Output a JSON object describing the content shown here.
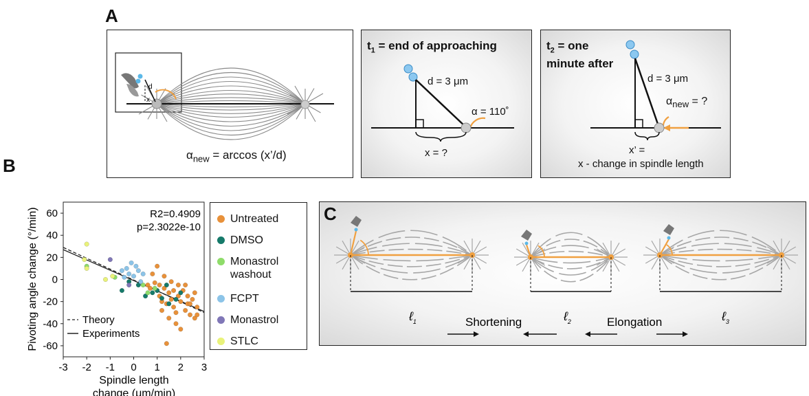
{
  "panel_labels": {
    "a": "A",
    "b": "B",
    "c": "C"
  },
  "panel_a": {
    "formula_prefix": "α",
    "formula_sub": "new",
    "formula_suffix": " = arccos (x’/d)",
    "inset_d": "d",
    "inset_x": "x",
    "box2": {
      "title_t": "t",
      "title_sub": "1",
      "title_rest": " = end of approaching",
      "d_label": "d = 3 μm",
      "alpha_label": "α = 110˚",
      "x_label": "x = ?"
    },
    "box3": {
      "title_t": "t",
      "title_sub": "2",
      "title_rest1": " = one",
      "title_rest2": "minute after",
      "d_label": "d = 3 μm",
      "alpha_prefix": "α",
      "alpha_sub": "new",
      "alpha_suffix": " = ?",
      "x_label": "x’ =",
      "x_label2": "x - change in spindle length"
    }
  },
  "chart_data": {
    "type": "scatter",
    "xlabel": "Spindle length change (μm/min)",
    "ylabel": "Pivoting angle change (°/min)",
    "xlim": [
      -3,
      3
    ],
    "ylim": [
      -70,
      70
    ],
    "xticks": [
      -3,
      -2,
      -1,
      0,
      1,
      2,
      3
    ],
    "yticks": [
      60,
      40,
      20,
      0,
      -20,
      -40,
      -60
    ],
    "stats": [
      "R2=0.4909",
      "p=2.3022e-10"
    ],
    "lines": [
      {
        "name": "Theory",
        "style": "dashed",
        "x": [
          -3,
          3
        ],
        "y": [
          29,
          -30
        ]
      },
      {
        "name": "Experiments",
        "style": "solid",
        "x": [
          -3,
          3
        ],
        "y": [
          27,
          -29
        ]
      }
    ],
    "series": [
      {
        "name": "Untreated",
        "color": "#e8913a",
        "points": [
          [
            0.6,
            -5
          ],
          [
            0.8,
            5
          ],
          [
            1.0,
            -10
          ],
          [
            1.1,
            -15
          ],
          [
            1.2,
            -20
          ],
          [
            1.3,
            -8
          ],
          [
            1.4,
            -22
          ],
          [
            1.5,
            -12
          ],
          [
            1.6,
            -18
          ],
          [
            1.7,
            -25
          ],
          [
            1.8,
            -30
          ],
          [
            1.9,
            -15
          ],
          [
            2.0,
            -20
          ],
          [
            2.1,
            -10
          ],
          [
            2.2,
            -28
          ],
          [
            2.3,
            -22
          ],
          [
            2.4,
            -32
          ],
          [
            2.5,
            -18
          ],
          [
            2.6,
            -35
          ],
          [
            2.7,
            -25
          ],
          [
            1.0,
            12
          ],
          [
            1.3,
            3
          ],
          [
            0.9,
            -3
          ],
          [
            1.6,
            -2
          ],
          [
            2.0,
            -45
          ],
          [
            1.4,
            -58
          ],
          [
            2.2,
            -5
          ],
          [
            1.8,
            -40
          ],
          [
            2.6,
            -12
          ],
          [
            2.4,
            -22
          ],
          [
            1.2,
            -28
          ],
          [
            0.7,
            -8
          ],
          [
            1.9,
            -5
          ],
          [
            2.7,
            -32
          ],
          [
            1.5,
            -35
          ],
          [
            1.1,
            -5
          ],
          [
            2.3,
            -15
          ],
          [
            1.7,
            -10
          ]
        ]
      },
      {
        "name": "DMSO",
        "color": "#167a6a",
        "points": [
          [
            -0.5,
            -10
          ],
          [
            0.2,
            -5
          ],
          [
            0.8,
            -12
          ],
          [
            1.0,
            -10
          ],
          [
            1.2,
            -17
          ],
          [
            1.5,
            -22
          ],
          [
            1.8,
            -18
          ],
          [
            2.0,
            -12
          ],
          [
            -0.2,
            -2
          ],
          [
            0.5,
            -15
          ],
          [
            1.4,
            -5
          ]
        ]
      },
      {
        "name": "Monastrol washout",
        "color": "#8fdc6a",
        "points": [
          [
            -2.0,
            12
          ],
          [
            0.4,
            -5
          ],
          [
            0.6,
            -12
          ],
          [
            0.9,
            -8
          ],
          [
            -0.8,
            2
          ]
        ]
      },
      {
        "name": "FCPT",
        "color": "#8cc4e8",
        "points": [
          [
            -0.5,
            8
          ],
          [
            -0.3,
            10
          ],
          [
            -0.1,
            15
          ],
          [
            0.0,
            3
          ],
          [
            0.2,
            8
          ],
          [
            0.4,
            5
          ],
          [
            -0.4,
            2
          ],
          [
            0.1,
            12
          ],
          [
            0.3,
            -2
          ],
          [
            -0.2,
            5
          ]
        ]
      },
      {
        "name": "Monastrol",
        "color": "#8077b7",
        "points": [
          [
            -1.0,
            18
          ],
          [
            -0.2,
            -5
          ]
        ]
      },
      {
        "name": "STLC",
        "color": "#e9f27a",
        "points": [
          [
            -2.0,
            32
          ],
          [
            -2.1,
            18
          ],
          [
            -2.0,
            10
          ],
          [
            -1.2,
            0
          ],
          [
            -0.9,
            3
          ]
        ]
      }
    ]
  },
  "legend_lines": {
    "theory": "Theory",
    "experiments": "Experiments"
  },
  "legend": [
    {
      "label": "Untreated",
      "color": "#e8913a"
    },
    {
      "label": "DMSO",
      "color": "#167a6a"
    },
    {
      "label": "Monastrol\nwashout",
      "color": "#8fdc6a"
    },
    {
      "label": "FCPT",
      "color": "#8cc4e8"
    },
    {
      "label": "Monastrol",
      "color": "#8077b7"
    },
    {
      "label": "STLC",
      "color": "#e9f27a"
    }
  ],
  "panel_c": {
    "l1": "ℓ",
    "l1_sub": "1",
    "l2": "ℓ",
    "l2_sub": "2",
    "l3": "ℓ",
    "l3_sub": "3",
    "shortening": "Shortening",
    "elongation": "Elongation"
  },
  "colors": {
    "orange": "#f0a040",
    "gray": "#999999",
    "kineto": "#5bb8e8"
  }
}
